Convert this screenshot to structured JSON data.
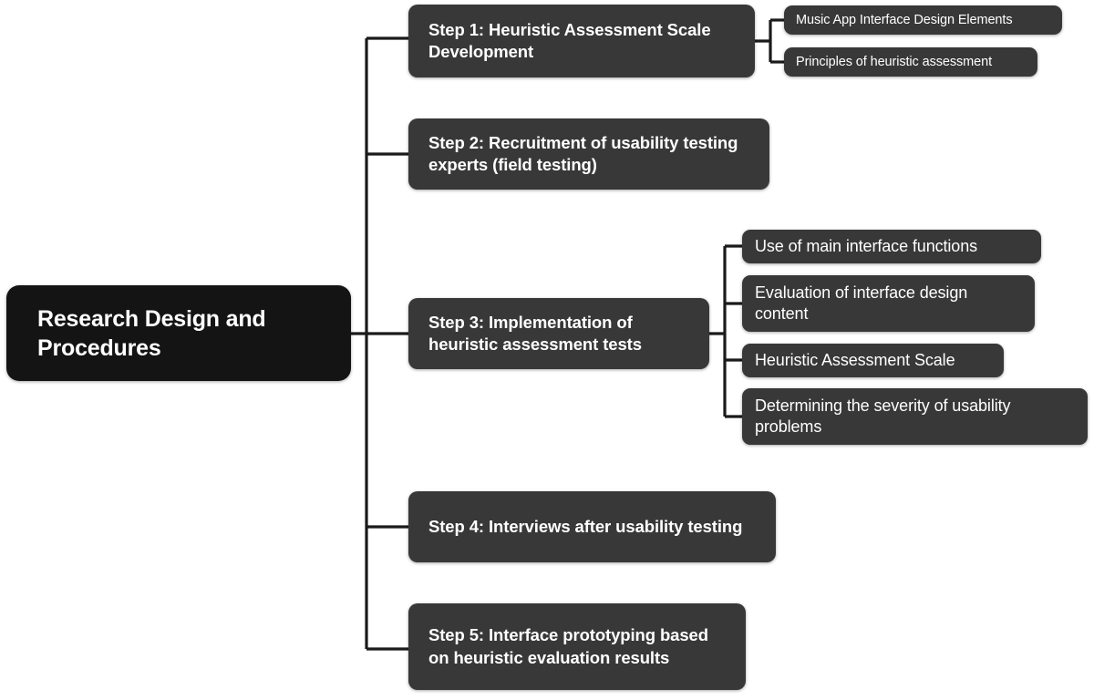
{
  "diagram": {
    "title": "Research Design and Procedures",
    "type": "tree",
    "orientation": "left-to-right",
    "colors": {
      "root_fill": "#141414",
      "node_fill": "#383838",
      "text": "#ffffff",
      "connector": "#1a1a1a",
      "background": "#ffffff"
    },
    "root": {
      "label": "Research Design and Procedures"
    },
    "steps": [
      {
        "label": "Step 1: Heuristic Assessment Scale Development",
        "children": [
          {
            "label": "Music App Interface Design Elements"
          },
          {
            "label": "Principles of heuristic assessment"
          }
        ]
      },
      {
        "label": "Step 2: Recruitment of usability testing experts (field testing)",
        "children": []
      },
      {
        "label": "Step 3: Implementation of heuristic assessment tests",
        "children": [
          {
            "label": "Use of main interface functions"
          },
          {
            "label": "Evaluation of interface design content"
          },
          {
            "label": "Heuristic Assessment Scale"
          },
          {
            "label": "Determining the severity of usability problems"
          }
        ]
      },
      {
        "label": "Step 4: Interviews after usability testing",
        "children": []
      },
      {
        "label": "Step 5: Interface prototyping based on heuristic evaluation results",
        "children": []
      }
    ]
  }
}
